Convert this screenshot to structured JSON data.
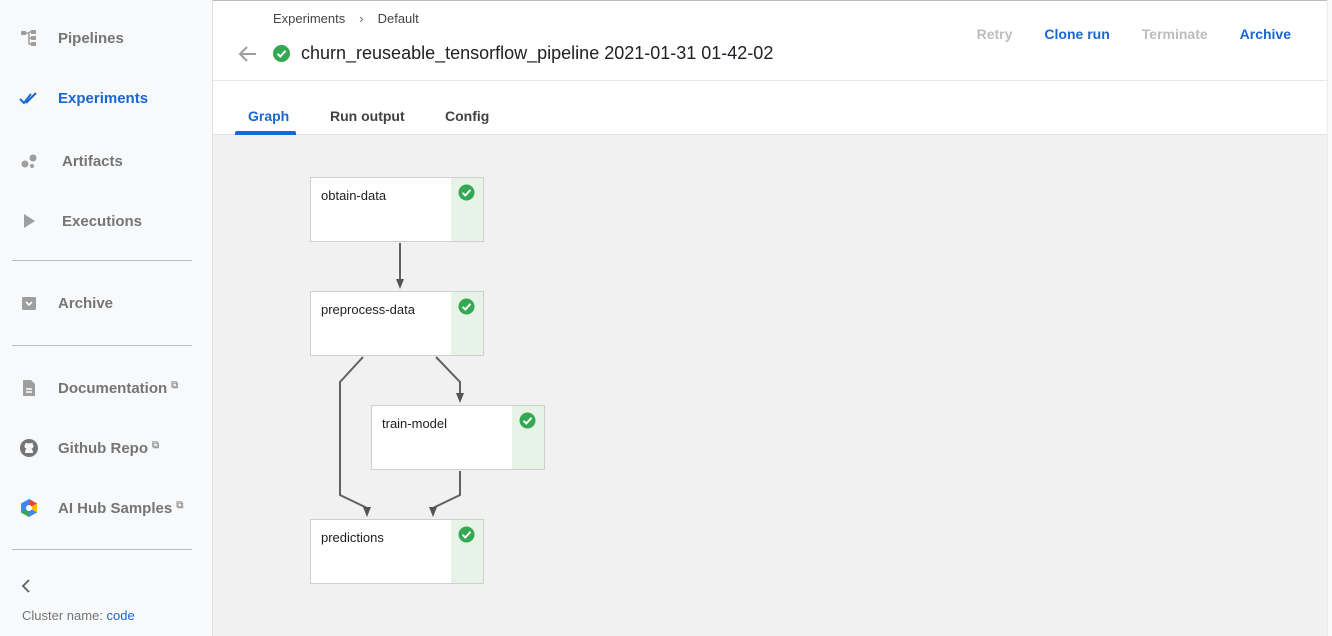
{
  "sidebar": {
    "items": [
      {
        "label": "Pipelines",
        "icon": "pipeline-icon",
        "active": false
      },
      {
        "label": "Experiments",
        "icon": "experiments-icon",
        "active": true
      },
      {
        "label": "Artifacts",
        "icon": "artifacts-icon",
        "active": false
      },
      {
        "label": "Executions",
        "icon": "play-icon",
        "active": false
      },
      {
        "label": "Archive",
        "icon": "archive-icon",
        "active": false
      },
      {
        "label": "Documentation",
        "icon": "document-icon",
        "active": false,
        "external": true
      },
      {
        "label": "Github Repo",
        "icon": "github-icon",
        "active": false,
        "external": true
      },
      {
        "label": "AI Hub Samples",
        "icon": "ai-hub-icon",
        "active": false,
        "external": true
      }
    ],
    "cluster_label": "Cluster name:",
    "cluster_value": "code"
  },
  "header": {
    "breadcrumbs": [
      "Experiments",
      "Default"
    ],
    "breadcrumb_separator": "›",
    "run_title": "churn_reuseable_tensorflow_pipeline 2021-01-31 01-42-02",
    "actions": [
      {
        "label": "Retry",
        "enabled": false
      },
      {
        "label": "Clone run",
        "enabled": true
      },
      {
        "label": "Terminate",
        "enabled": false
      },
      {
        "label": "Archive",
        "enabled": true
      }
    ]
  },
  "tabs": [
    {
      "label": "Graph",
      "active": true
    },
    {
      "label": "Run output",
      "active": false
    },
    {
      "label": "Config",
      "active": false
    }
  ],
  "graph": {
    "nodes": [
      {
        "id": "obtain-data",
        "label": "obtain-data",
        "status": "succeeded"
      },
      {
        "id": "preprocess-data",
        "label": "preprocess-data",
        "status": "succeeded"
      },
      {
        "id": "train-model",
        "label": "train-model",
        "status": "succeeded"
      },
      {
        "id": "predictions",
        "label": "predictions",
        "status": "succeeded"
      }
    ],
    "edges": [
      {
        "from": "obtain-data",
        "to": "preprocess-data"
      },
      {
        "from": "preprocess-data",
        "to": "train-model"
      },
      {
        "from": "preprocess-data",
        "to": "predictions"
      },
      {
        "from": "train-model",
        "to": "predictions"
      }
    ]
  },
  "colors": {
    "accent": "#1967d2",
    "success": "#34a853",
    "disabled": "#bdbdbd",
    "canvas": "#f1f1f1"
  }
}
